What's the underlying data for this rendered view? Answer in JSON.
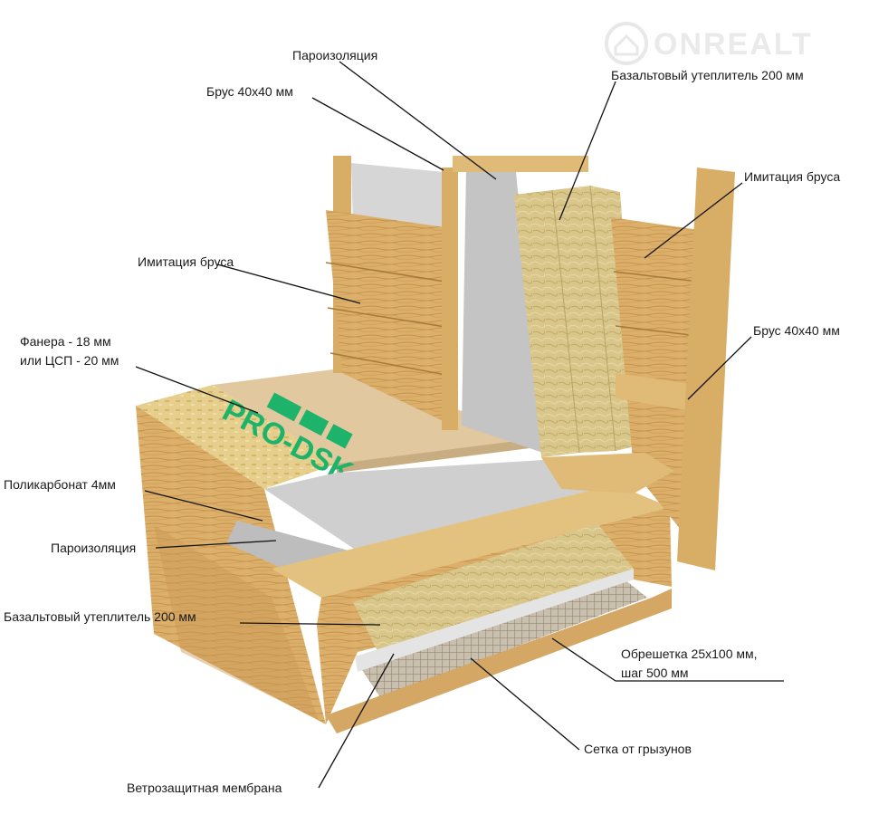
{
  "watermark": {
    "text": "ONREALT",
    "icon": "house-logo-icon"
  },
  "board_brand": "PRO-DSK",
  "colors": {
    "timber_light": "#e3c27f",
    "timber_mid": "#d2a861",
    "timber_dark": "#b98a45",
    "insulation": "#d9c68a",
    "vapor_barrier": "#c9c9c9",
    "osb": "#e6cf8c",
    "plywood": "#e2c89e",
    "brand_green": "#1db36b",
    "mesh": "#9b8a77"
  },
  "labels": {
    "vapor_top": "Пароизоляция",
    "beam_top": "Брус 40х40 мм",
    "basalt_top": "Базальтовый утеплитель 200 мм",
    "imitation_left": "Имитация бруса",
    "imitation_right": "Имитация бруса",
    "beam_right": "Брус 40х40 мм",
    "plywood_line1": "Фанера - 18 мм",
    "plywood_line2": "или ЦСП - 20 мм",
    "polycarbonate": "Поликарбонат 4мм",
    "vapor_floor": "Пароизоляция",
    "basalt_floor": "Базальтовый утеплитель 200 мм",
    "lathing_line1": "Обрешетка 25х100 мм,",
    "lathing_line2": "шаг 500 мм",
    "rodent_mesh": "Сетка от грызунов",
    "wind_membrane": "Ветрозащитная мембрана"
  }
}
